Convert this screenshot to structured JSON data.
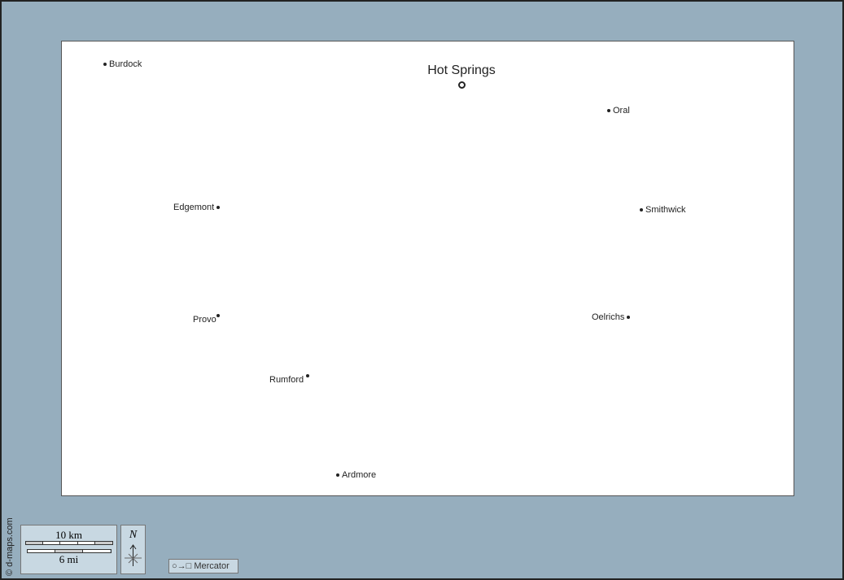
{
  "capital": {
    "name": "Hot Springs"
  },
  "towns": [
    {
      "name": "Burdock"
    },
    {
      "name": "Oral"
    },
    {
      "name": "Edgemont"
    },
    {
      "name": "Smithwick"
    },
    {
      "name": "Provo"
    },
    {
      "name": "Oelrichs"
    },
    {
      "name": "Rumford"
    },
    {
      "name": "Ardmore"
    }
  ],
  "credit": "© d-maps.com",
  "scale": {
    "km": "10 km",
    "mi": "6 mi"
  },
  "north": "N",
  "projection": {
    "icon": "○→□",
    "label": "Mercator"
  },
  "colors": {
    "background": "#96aebe",
    "land": "#ffffff",
    "panel": "#c8d8e2"
  }
}
